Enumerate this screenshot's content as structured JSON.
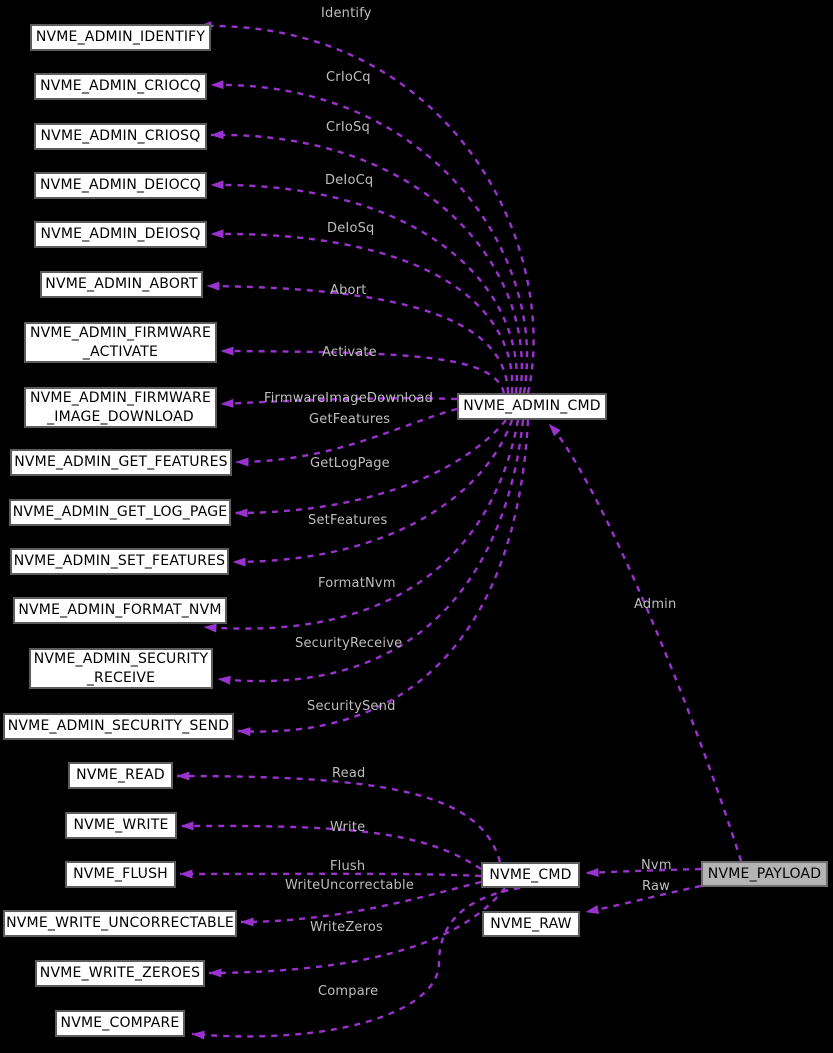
{
  "diagram": {
    "type": "doxygen-collaboration-graph",
    "colors": {
      "background": "#000000",
      "edge": "#9a32cd",
      "edge_label": "#bebebe",
      "node_fill": "#ffffff",
      "node_border": "#5c5c5c",
      "highlight_node_fill": "#b4b4b4",
      "node_text": "#000000"
    }
  },
  "nodes": {
    "admin_identify": "NVME_ADMIN_IDENTIFY",
    "admin_criocq": "NVME_ADMIN_CRIOCQ",
    "admin_criosq": "NVME_ADMIN_CRIOSQ",
    "admin_deiocq": "NVME_ADMIN_DEIOCQ",
    "admin_deiosq": "NVME_ADMIN_DEIOSQ",
    "admin_abort": "NVME_ADMIN_ABORT",
    "admin_firmware_activate": "NVME_ADMIN_FIRMWARE\n_ACTIVATE",
    "admin_firmware_image_download": "NVME_ADMIN_FIRMWARE\n_IMAGE_DOWNLOAD",
    "admin_get_features": "NVME_ADMIN_GET_FEATURES",
    "admin_get_log_page": "NVME_ADMIN_GET_LOG_PAGE",
    "admin_set_features": "NVME_ADMIN_SET_FEATURES",
    "admin_format_nvm": "NVME_ADMIN_FORMAT_NVM",
    "admin_security_receive": "NVME_ADMIN_SECURITY\n_RECEIVE",
    "admin_security_send": "NVME_ADMIN_SECURITY_SEND",
    "nvme_read": "NVME_READ",
    "nvme_write": "NVME_WRITE",
    "nvme_flush": "NVME_FLUSH",
    "nvme_write_uncorrectable": "NVME_WRITE_UNCORRECTABLE",
    "nvme_write_zeroes": "NVME_WRITE_ZEROES",
    "nvme_compare": "NVME_COMPARE",
    "admin_cmd": "NVME_ADMIN_CMD",
    "nvme_cmd": "NVME_CMD",
    "nvme_raw": "NVME_RAW",
    "nvme_payload": "NVME_PAYLOAD"
  },
  "edge_labels": {
    "identify": "Identify",
    "criocq": "CrIoCq",
    "criosq": "CrIoSq",
    "deiocq": "DeIoCq",
    "deiosq": "DeIoSq",
    "abort": "Abort",
    "activate": "Activate",
    "firmware_image_download": "FirmwareImageDownload",
    "get_features": "GetFeatures",
    "get_log_page": "GetLogPage",
    "set_features": "SetFeatures",
    "format_nvm": "FormatNvm",
    "security_receive": "SecurityReceive",
    "security_send": "SecuritySend",
    "admin": "Admin",
    "read": "Read",
    "write": "Write",
    "flush": "Flush",
    "write_uncorrectable": "WriteUncorrectable",
    "write_zeros": "WriteZeros",
    "compare": "Compare",
    "nvm": "Nvm",
    "raw": "Raw"
  }
}
